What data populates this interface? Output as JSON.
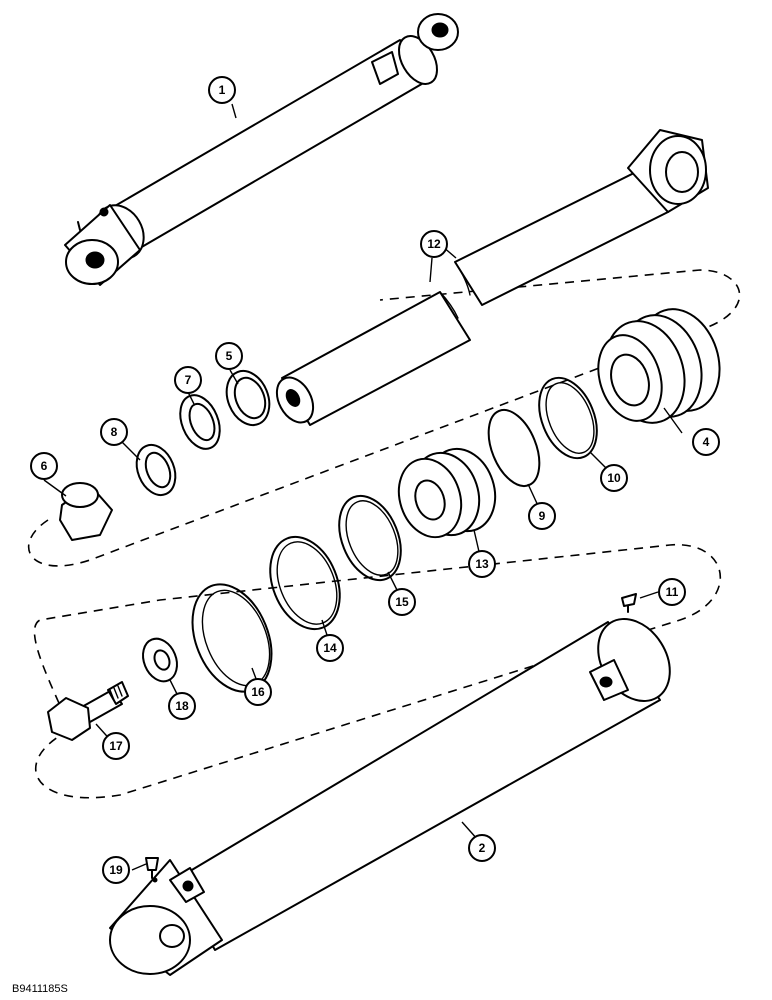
{
  "diagram": {
    "document_id": "B9411185S",
    "callouts": [
      {
        "id": "c1",
        "label": "1"
      },
      {
        "id": "c2",
        "label": "2"
      },
      {
        "id": "c4",
        "label": "4"
      },
      {
        "id": "c5",
        "label": "5"
      },
      {
        "id": "c6",
        "label": "6"
      },
      {
        "id": "c7",
        "label": "7"
      },
      {
        "id": "c8",
        "label": "8"
      },
      {
        "id": "c9",
        "label": "9"
      },
      {
        "id": "c10",
        "label": "10"
      },
      {
        "id": "c11",
        "label": "11"
      },
      {
        "id": "c12",
        "label": "12"
      },
      {
        "id": "c13",
        "label": "13"
      },
      {
        "id": "c14",
        "label": "14"
      },
      {
        "id": "c15",
        "label": "15"
      },
      {
        "id": "c16",
        "label": "16"
      },
      {
        "id": "c17",
        "label": "17"
      },
      {
        "id": "c18",
        "label": "18"
      },
      {
        "id": "c19",
        "label": "19"
      }
    ]
  }
}
